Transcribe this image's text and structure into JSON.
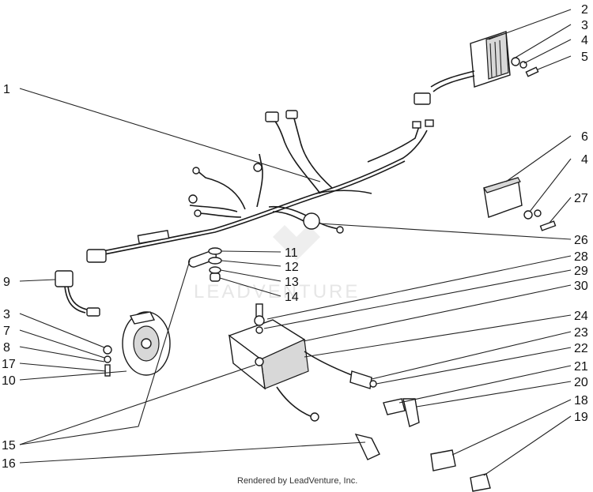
{
  "callouts": [
    "1",
    "2",
    "3",
    "4",
    "5",
    "6",
    "4",
    "27",
    "26",
    "28",
    "29",
    "30",
    "24",
    "23",
    "22",
    "21",
    "20",
    "18",
    "19",
    "9",
    "3",
    "7",
    "8",
    "17",
    "10",
    "11",
    "12",
    "13",
    "14",
    "15",
    "16"
  ],
  "caption": "Rendered by LeadVenture, Inc.",
  "watermark": "LEADVENTURE"
}
